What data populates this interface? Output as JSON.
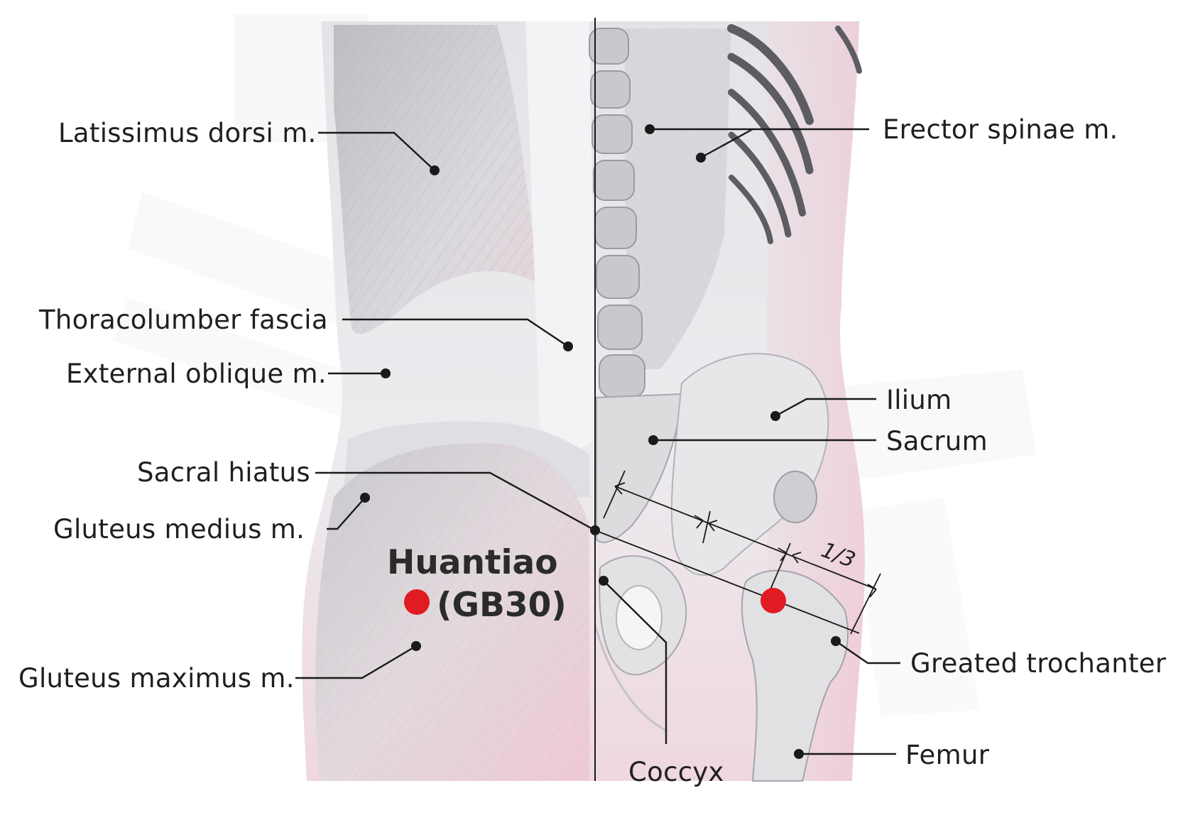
{
  "labels": {
    "latissimus_dorsi": "Latissimus dorsi m.",
    "erector_spinae": "Erector spinae m.",
    "thoracolumbar_fascia": "Thoracolumber fascia",
    "external_oblique": "External oblique m.",
    "ilium": "Ilium",
    "sacrum": "Sacrum",
    "sacral_hiatus": "Sacral hiatus",
    "gluteus_medius": "Gluteus medius m.",
    "gluteus_maximus": "Gluteus maximus m.",
    "greater_trochanter": "Greated trochanter",
    "femur": "Femur",
    "coccyx": "Coccyx"
  },
  "acupoint": {
    "name": "Huantiao",
    "code": "(GB30)",
    "color": "#e11b22"
  },
  "measurement": {
    "ratio_label": "1/3"
  },
  "colors": {
    "skin_pink": "#f2c9d6",
    "muscle_gray": "#cfcfd3",
    "bone_light": "#e6e6e8",
    "line": "#1a1a1a"
  }
}
